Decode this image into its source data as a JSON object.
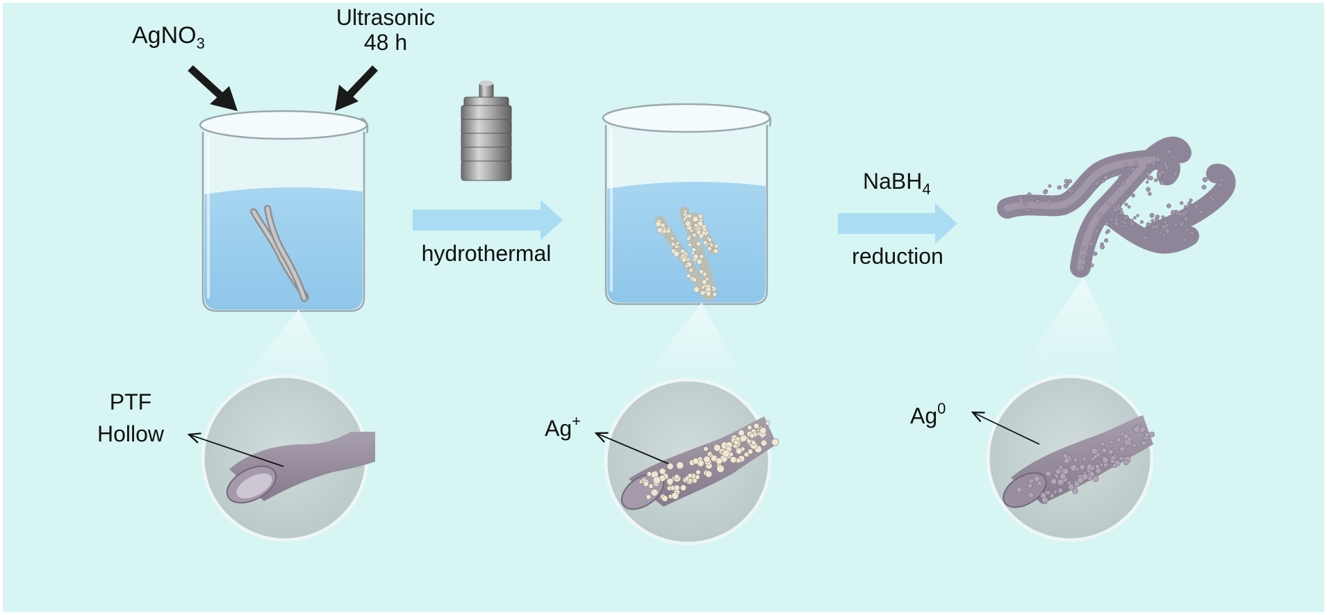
{
  "colors": {
    "background": "#d6f5f3",
    "water": "#9cd0ee",
    "arrow_fill": "#aadcf3",
    "fiber": "#968a9c",
    "particle": "#efe6d4",
    "zoom_circle": "#c5d2d1"
  },
  "reagents": {
    "agno3_base": "AgNO",
    "agno3_sub": "3",
    "ultrasonic_line1": "Ultrasonic",
    "ultrasonic_line2": "48 h"
  },
  "steps": {
    "hydrothermal": "hydrothermal",
    "nabh4_base": "NaBH",
    "nabh4_sub": "4",
    "reduction": "reduction"
  },
  "callouts": {
    "ptf": "PTF",
    "hollow": "Hollow",
    "ag_plus_base": "Ag",
    "ag_plus_sup": "+",
    "ag0_base": "Ag",
    "ag0_sup": "0"
  }
}
